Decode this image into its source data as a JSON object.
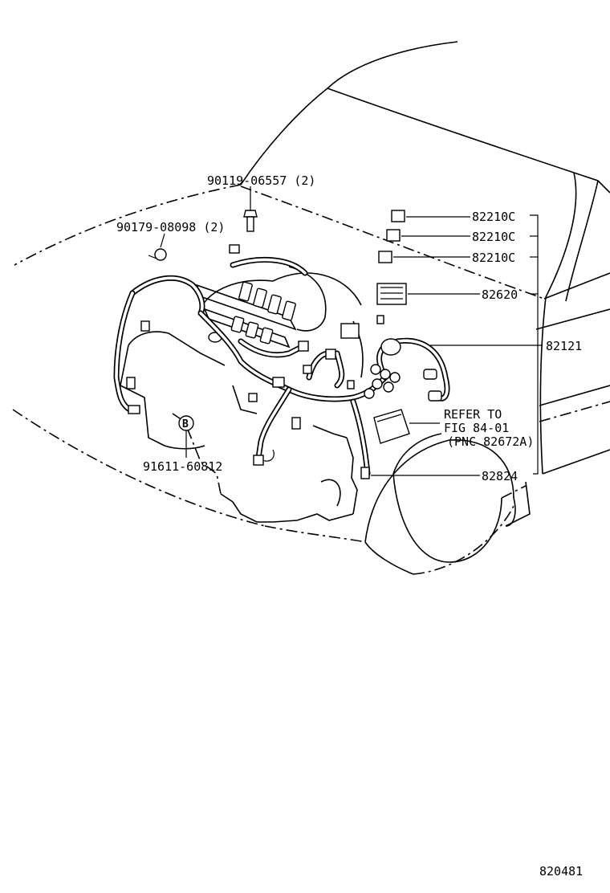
{
  "diagram_id": "820481",
  "callouts": {
    "bolt_top": "90119-06557 (2)",
    "grommet_left": "90179-08098 (2)",
    "clip_bottom": "91611-60812",
    "relay_1": "82210C",
    "relay_2": "82210C",
    "relay_3": "82210C",
    "relay_block": "82620",
    "engine_harness": "82121",
    "sensor": "82824",
    "note_line1": "REFER TO",
    "note_line2": "FIG 84-01",
    "note_line3": "(PNC 82672A)"
  },
  "clip_marker_letter": "B"
}
